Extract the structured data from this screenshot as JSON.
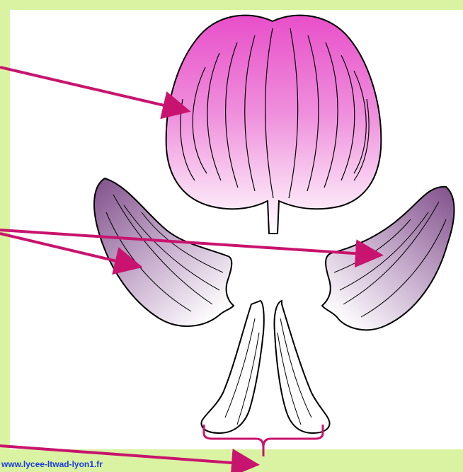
{
  "diagram": {
    "title": "",
    "parts": [
      {
        "id": "standard-petal",
        "label": ""
      },
      {
        "id": "wing-petals",
        "label": ""
      },
      {
        "id": "keel-petals",
        "label": ""
      }
    ],
    "colors": {
      "page_background": "#d9f3a3",
      "panel_background": "#ffffff",
      "standard_petal": "#e84fc9",
      "wing_petals": "#8a5a8e",
      "arrow": "#c8146e",
      "outline": "#000000",
      "source_text": "#1b3bd6"
    },
    "icons": [
      "arrow-pointer"
    ]
  },
  "footer": {
    "source": "www.lycee-ltwad-lyon1.fr"
  }
}
